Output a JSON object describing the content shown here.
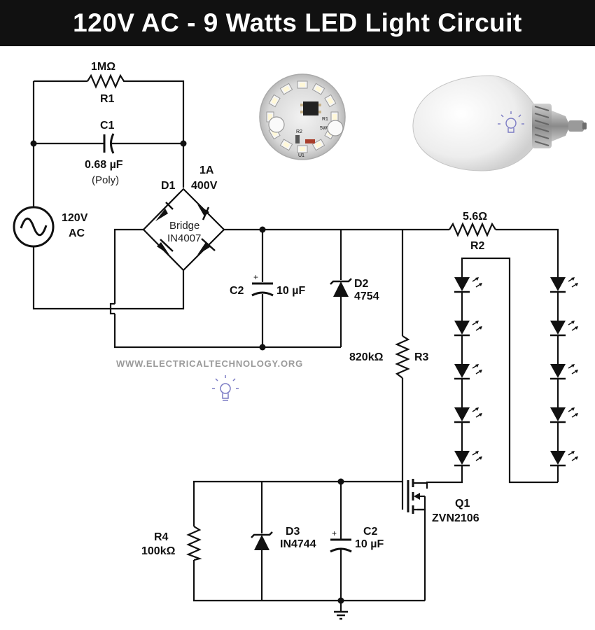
{
  "title": "120V AC - 9 Watts LED Light Circuit",
  "watermark": "WWW.ELECTRICALTECHNOLOGY.ORG",
  "source": {
    "voltage": "120V",
    "type": "AC"
  },
  "components": {
    "r1": {
      "ref": "R1",
      "value": "1MΩ"
    },
    "c1": {
      "ref": "C1",
      "value": "0.68 µF",
      "note": "(Poly)"
    },
    "d1": {
      "ref": "D1",
      "rating_current": "1A",
      "rating_voltage": "400V",
      "label": "Bridge",
      "part": "IN4007"
    },
    "c2_top": {
      "ref": "C2",
      "value": "10 µF",
      "polarity": "+"
    },
    "d2": {
      "ref": "D2",
      "part": "4754"
    },
    "r2": {
      "ref": "R2",
      "value": "5.6Ω"
    },
    "r3": {
      "ref": "R3",
      "value": "820kΩ"
    },
    "q1": {
      "ref": "Q1",
      "part": "ZVN2106"
    },
    "r4": {
      "ref": "R4",
      "value": "100kΩ"
    },
    "d3": {
      "ref": "D3",
      "part": "IN4744"
    },
    "c2_bottom": {
      "ref": "C2",
      "value": "10 µF",
      "polarity": "+"
    }
  },
  "led_board": {
    "marks": [
      "R1",
      "5W",
      "R2",
      "U1"
    ]
  },
  "led_strings": {
    "left_count": 5,
    "right_count": 5
  },
  "colors": {
    "title_bg": "#111111",
    "title_text": "#ffffff",
    "wire": "#111111",
    "watermark": "#9a9a9a",
    "bulb_icon": "#7b7bc4"
  }
}
